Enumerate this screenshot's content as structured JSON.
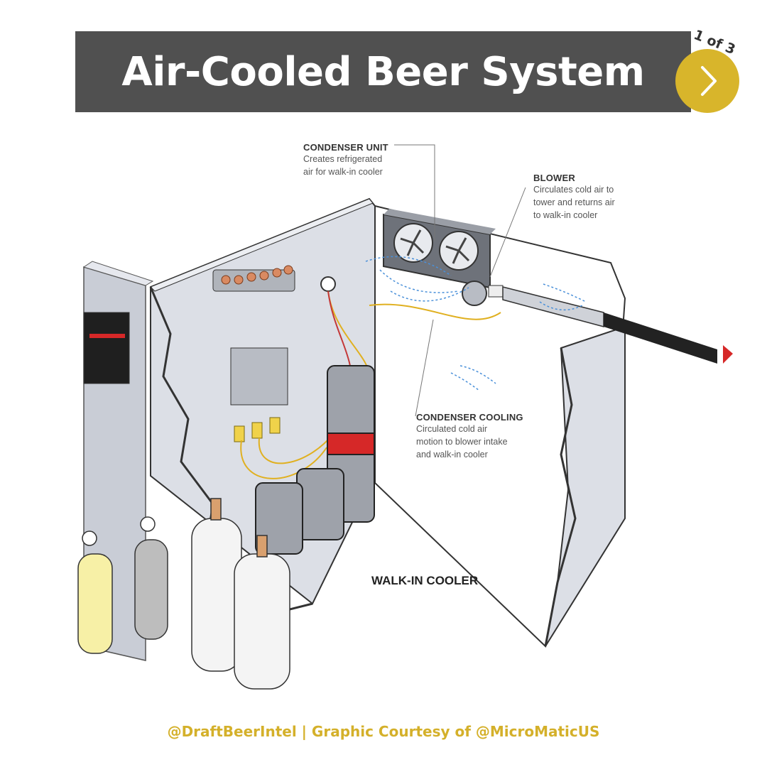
{
  "header": {
    "title": "Air-Cooled Beer System",
    "page_indicator": "1 of 3",
    "next_icon": "chevron-right-icon",
    "accent_color": "#d8b52b",
    "bar_color": "#505050"
  },
  "callouts": {
    "condenser_unit": {
      "title": "CONDENSER UNIT",
      "body": "Creates refrigerated\nair for walk-in cooler"
    },
    "blower": {
      "title": "BLOWER",
      "body": "Circulates cold air to\ntower and returns air\nto walk-in cooler"
    },
    "condenser_cooling": {
      "title": "CONDENSER COOLING",
      "body": "Circulated cold air\nmotion to blower intake\nand walk-in cooler"
    }
  },
  "labels": {
    "walk_in": "WALK-IN COOLER"
  },
  "footer": {
    "credit": "@DraftBeerIntel | Graphic Courtesy of @MicroMaticUS"
  }
}
